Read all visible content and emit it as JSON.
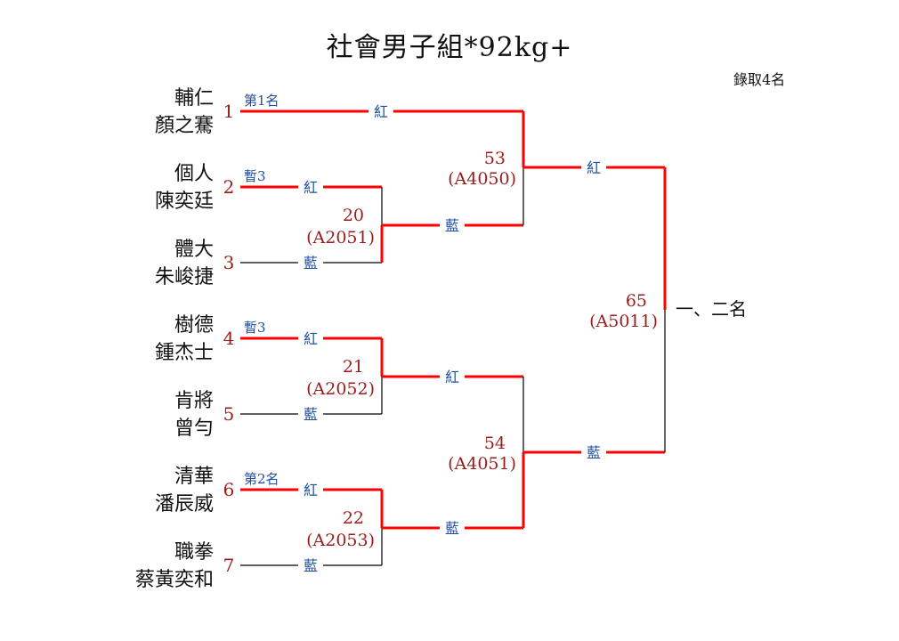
{
  "title": "社會男子組*92kg+",
  "quota": "錄取4名",
  "colors": {
    "winner_line": "#ff0000",
    "loser_line": "#000000",
    "seed": "#9b1c1c",
    "corner_label": "#1f4fa0"
  },
  "entrants": [
    {
      "seed": "1",
      "team": "輔仁",
      "name": "顏之騫",
      "note": "第1名"
    },
    {
      "seed": "2",
      "team": "個人",
      "name": "陳奕廷",
      "note": "暫3"
    },
    {
      "seed": "3",
      "team": "體大",
      "name": "朱峻捷",
      "note": ""
    },
    {
      "seed": "4",
      "team": "樹德",
      "name": "鍾杰士",
      "note": "暫3"
    },
    {
      "seed": "5",
      "team": "肯將",
      "name": "曾勻",
      "note": ""
    },
    {
      "seed": "6",
      "team": "清華",
      "name": "潘辰威",
      "note": "第2名"
    },
    {
      "seed": "7",
      "team": "職拳",
      "name": "蔡黃奕和",
      "note": ""
    }
  ],
  "matches": [
    {
      "id": "20",
      "code": "(A2051)",
      "red": "陳奕廷",
      "blue": "朱峻捷",
      "winner": "blue"
    },
    {
      "id": "21",
      "code": "(A2052)",
      "red": "鍾杰士",
      "blue": "曾勻",
      "winner": "red"
    },
    {
      "id": "22",
      "code": "(A2053)",
      "red": "潘辰威",
      "blue": "蔡黃奕和",
      "winner": "red"
    },
    {
      "id": "53",
      "code": "(A4050)",
      "red": "顏之騫",
      "blue": "winner of 20",
      "winner": "red"
    },
    {
      "id": "54",
      "code": "(A4051)",
      "red": "winner of 21",
      "blue": "winner of 22",
      "winner": "blue"
    },
    {
      "id": "65",
      "code": "(A5011)",
      "red": "winner of 53",
      "blue": "winner of 54",
      "winner": "red"
    }
  ],
  "corner_labels": {
    "red": "紅",
    "blue": "藍"
  },
  "final_result": "一、二名"
}
